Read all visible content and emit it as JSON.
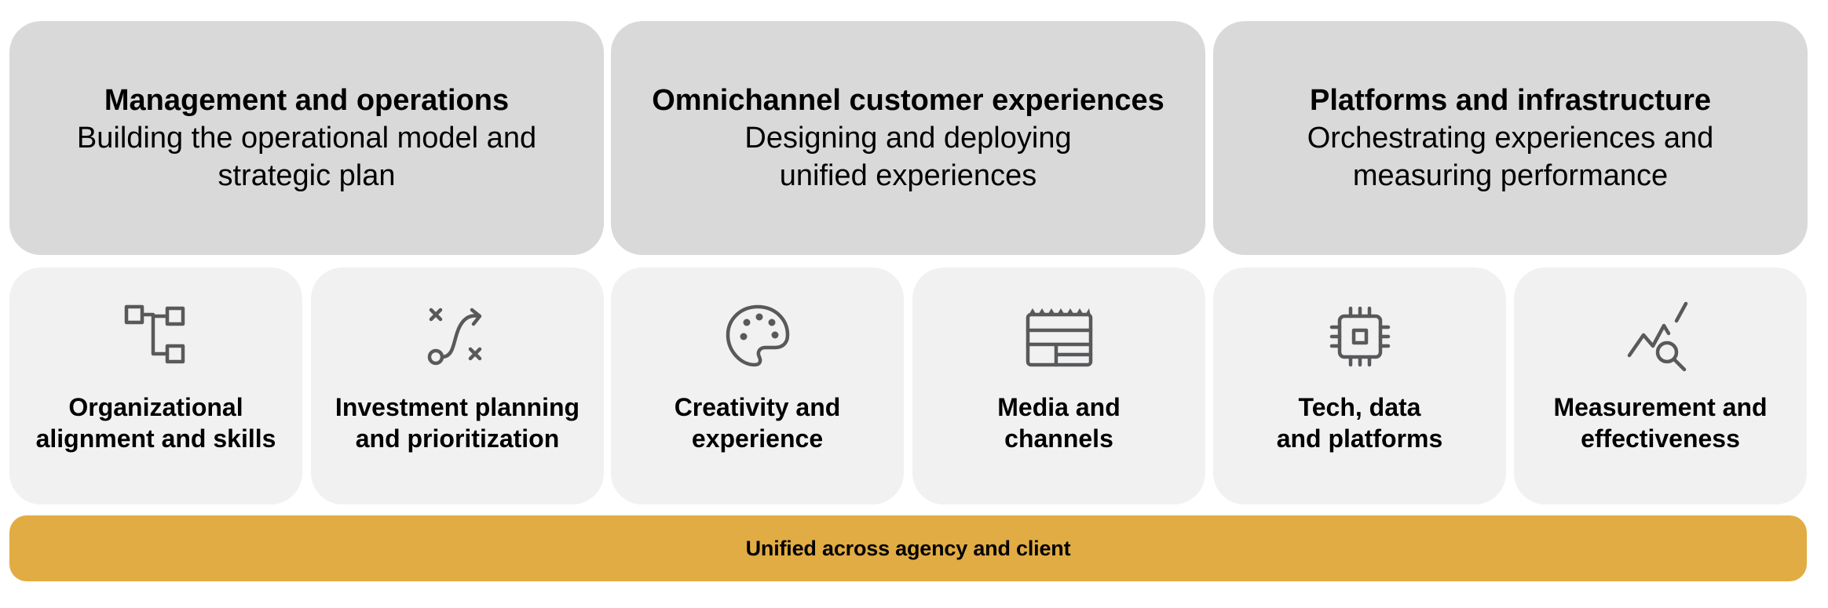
{
  "pillars": [
    {
      "title": "Management and operations",
      "subtitle": "Building the operational model and\nstrategic plan"
    },
    {
      "title": "Omnichannel customer experiences",
      "subtitle": "Designing and deploying\nunified experiences"
    },
    {
      "title": "Platforms and infrastructure",
      "subtitle": "Orchestrating experiences and\nmeasuring performance"
    }
  ],
  "capabilities": [
    {
      "label": "Organizational\nalignment and skills",
      "icon": "org-chart-icon"
    },
    {
      "label": "Investment planning\nand prioritization",
      "icon": "route-plan-icon"
    },
    {
      "label": "Creativity and\nexperience",
      "icon": "palette-icon"
    },
    {
      "label": "Media and\nchannels",
      "icon": "newspaper-layout-icon"
    },
    {
      "label": "Tech, data\nand platforms",
      "icon": "chip-icon"
    },
    {
      "label": "Measurement and\neffectiveness",
      "icon": "chart-magnifier-icon"
    }
  ],
  "band": {
    "label": "Unified across agency and client"
  },
  "colors": {
    "pillar_bg": "#d9d9d9",
    "capability_bg": "#f1f1f1",
    "band_bg": "#e1ac43",
    "icon": "#58595b"
  }
}
